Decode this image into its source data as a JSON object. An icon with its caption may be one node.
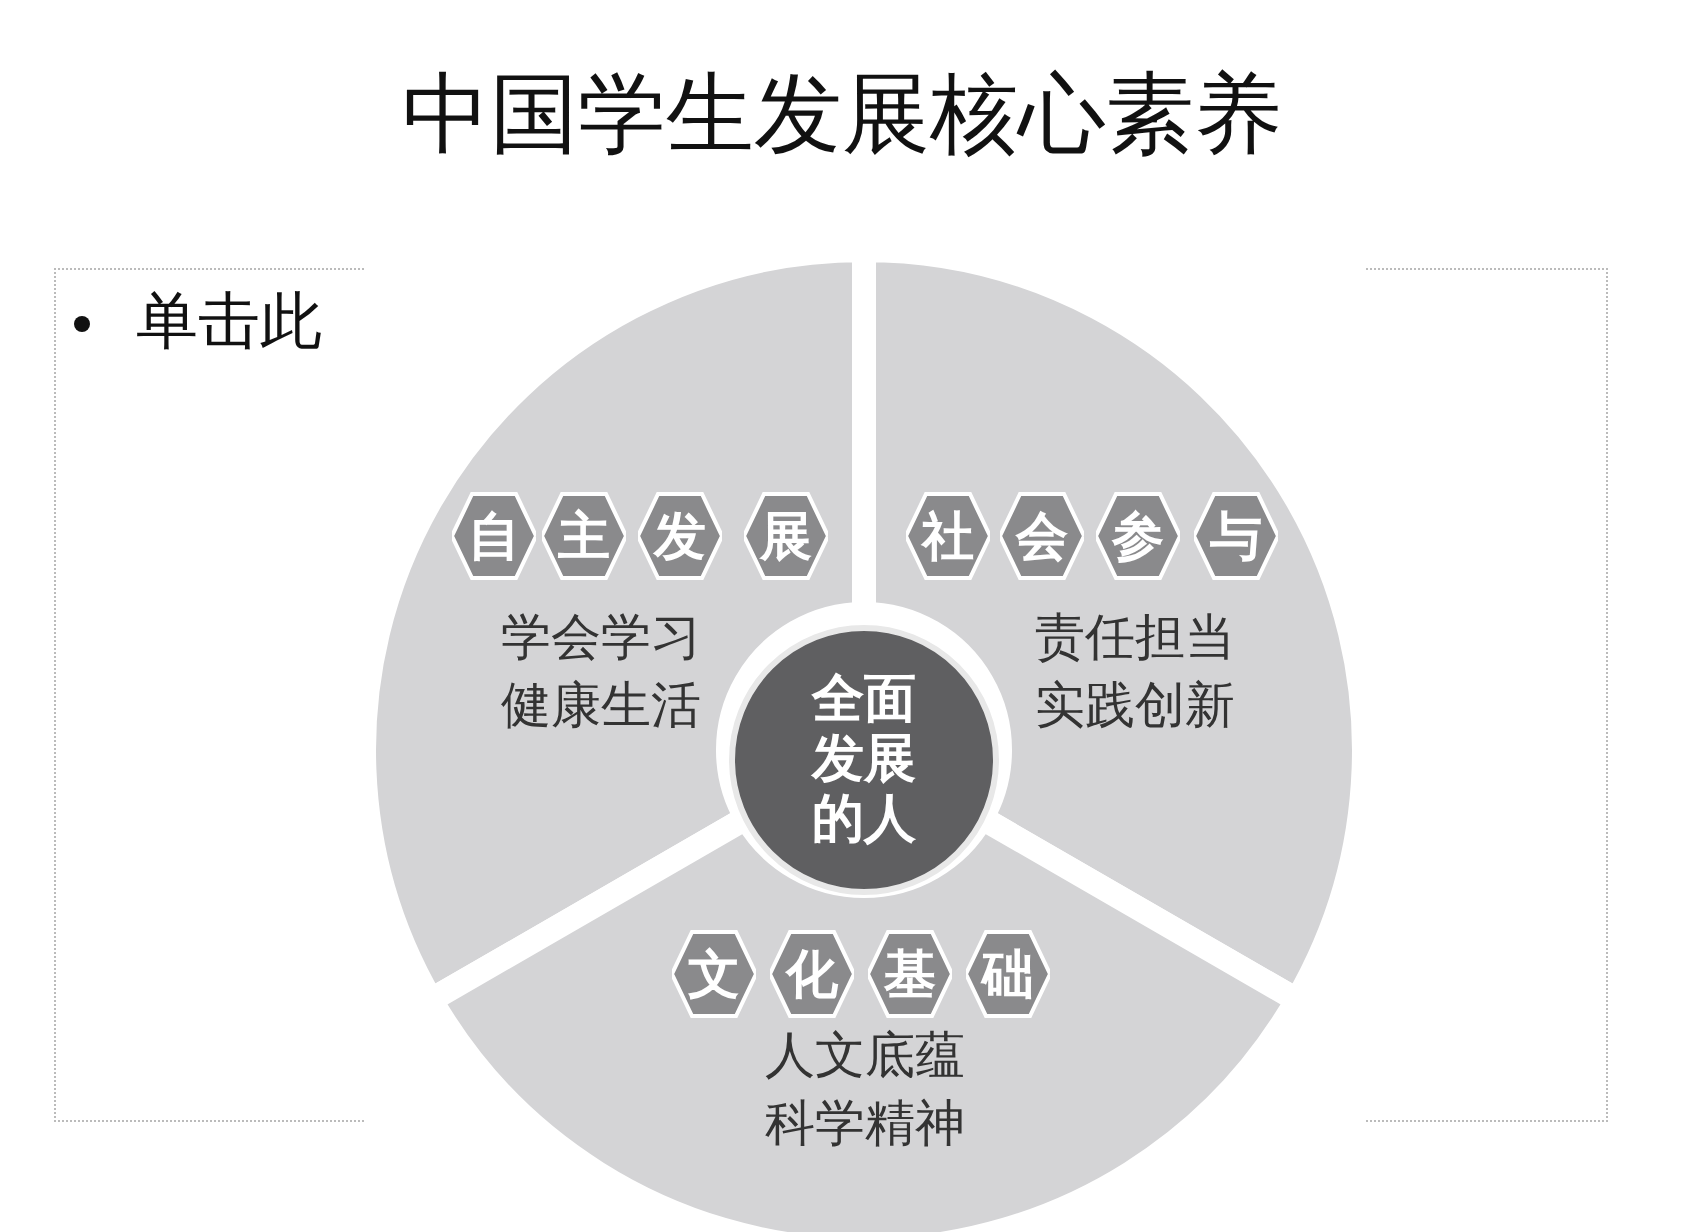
{
  "diagram": {
    "title": "中国学生发展核心素养",
    "nodes": [
      {
        "text": [
          "学会学习健康生活"
        ]
      },
      {
        "text": [
          "自"
        ],
        "in": 0
      },
      {
        "text": [
          "主"
        ],
        "in": 0
      },
      {
        "text": [
          "发"
        ],
        "in": 0
      },
      {
        "text": [
          "展"
        ],
        "in": 0
      },
      {
        "text": [
          "责任担当实践创新"
        ]
      },
      {
        "text": [
          "社"
        ],
        "in": 5
      },
      {
        "text": [
          "会"
        ],
        "in": 5
      },
      {
        "text": [
          "参"
        ],
        "in": 5
      },
      {
        "text": [
          "与"
        ],
        "in": 5
      },
      {
        "text": [
          "全面发展的人"
        ]
      },
      {
        "text": [
          "人文底蕴科学精神"
        ]
      },
      {
        "text": [
          "文"
        ],
        "in": 11
      },
      {
        "text": [
          "化"
        ],
        "in": 11
      },
      {
        "text": [
          "基"
        ],
        "in": 11
      },
      {
        "text": [
          "础"
        ],
        "in": 11
      }
    ],
    "edges": [],
    "labels": [
      "单击此"
    ]
  }
}
